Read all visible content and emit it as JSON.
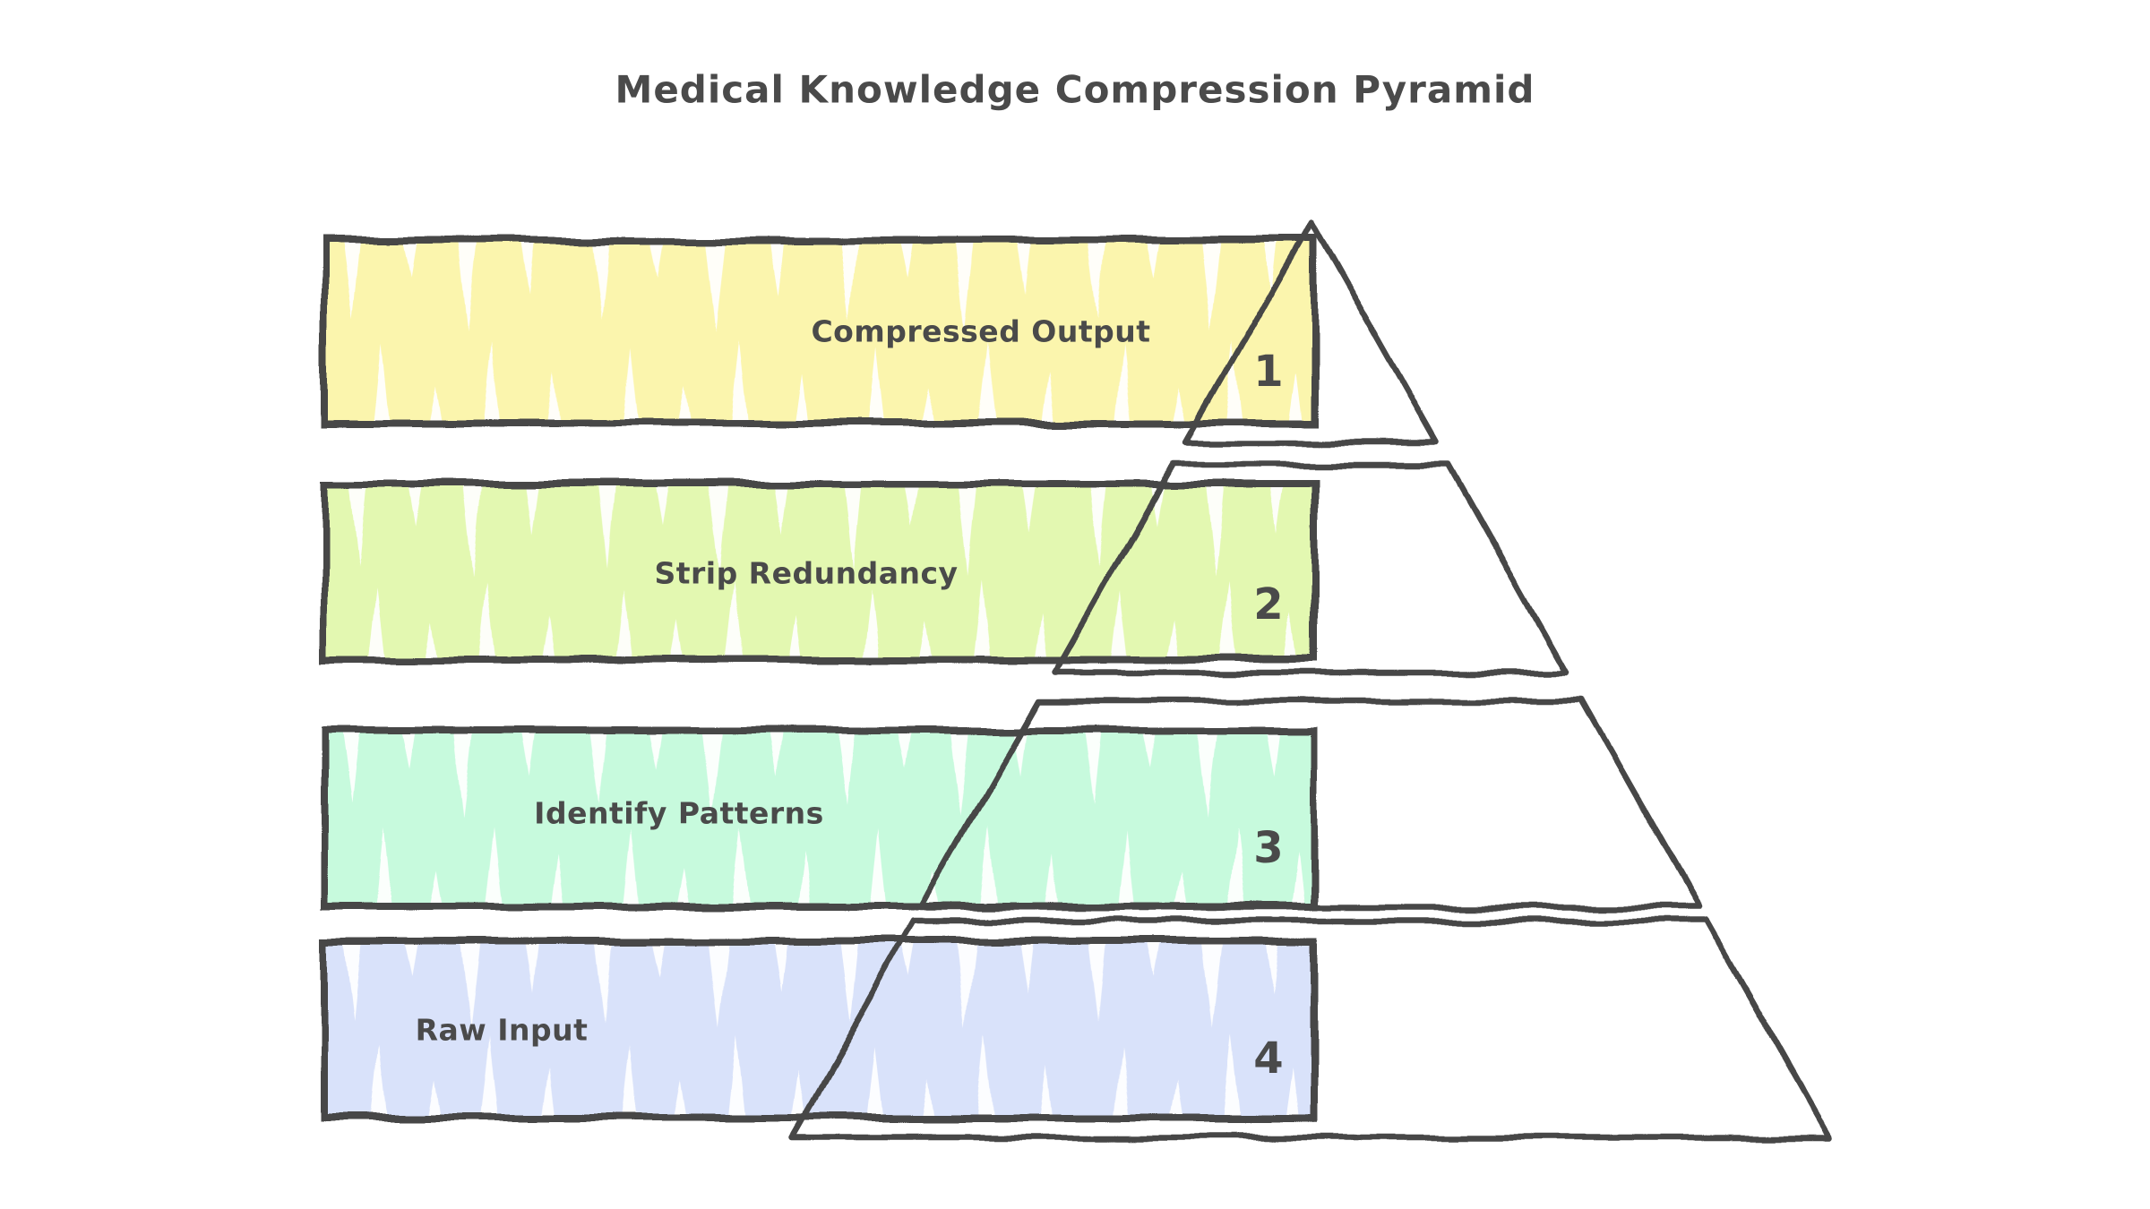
{
  "title": "Medical Knowledge Compression Pyramid",
  "colors": {
    "background": "#ffffff",
    "stroke": "#474747",
    "text": "#4a4a4a",
    "level_fills": [
      "#FBF5AD",
      "#E3F8B1",
      "#C7FADD",
      "#D9E2FA"
    ]
  },
  "levels": [
    {
      "rank": "1",
      "label": "Compressed Output",
      "fill": "#FBF5AD"
    },
    {
      "rank": "2",
      "label": "Strip Redundancy",
      "fill": "#E3F8B1"
    },
    {
      "rank": "3",
      "label": "Identify Patterns",
      "fill": "#C7FADD"
    },
    {
      "rank": "4",
      "label": "Raw Input",
      "fill": "#D9E2FA"
    }
  ]
}
